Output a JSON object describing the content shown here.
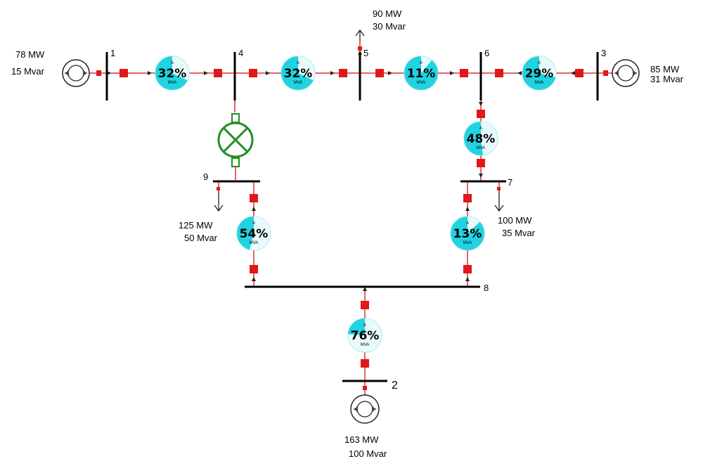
{
  "colors": {
    "line": "#e03030",
    "breaker": "#e01818",
    "bus": "#000000",
    "gauge_fill": "#1fd3e0",
    "gauge_light": "#e8fbfc",
    "transformer": "#1f8f1f"
  },
  "buses": [
    {
      "id": "bus-1",
      "label": "1"
    },
    {
      "id": "bus-4",
      "label": "4"
    },
    {
      "id": "bus-5",
      "label": "5"
    },
    {
      "id": "bus-6",
      "label": "6"
    },
    {
      "id": "bus-3",
      "label": "3"
    },
    {
      "id": "bus-9",
      "label": "9"
    },
    {
      "id": "bus-7",
      "label": "7"
    },
    {
      "id": "bus-8",
      "label": "8"
    },
    {
      "id": "bus-2",
      "label": "2"
    }
  ],
  "gauges": [
    {
      "id": "flow-1-4",
      "value": 32,
      "text": "32%",
      "unit": "MVA",
      "top_letter": "A"
    },
    {
      "id": "flow-4-5",
      "value": 32,
      "text": "32%",
      "unit": "MVA",
      "top_letter": "A"
    },
    {
      "id": "flow-5-6",
      "value": 11,
      "text": "11%",
      "unit": "MVA",
      "top_letter": "A"
    },
    {
      "id": "flow-3-6",
      "value": 29,
      "text": "29%",
      "unit": "MVA",
      "top_letter": "A"
    },
    {
      "id": "flow-6-7",
      "value": 48,
      "text": "48%",
      "unit": "MVA",
      "top_letter": "A"
    },
    {
      "id": "flow-9-8",
      "value": 54,
      "text": "54%",
      "unit": "MVA",
      "top_letter": "A"
    },
    {
      "id": "flow-7-8",
      "value": 13,
      "text": "13%",
      "unit": "MVA",
      "top_letter": "A"
    },
    {
      "id": "flow-2-8",
      "value": 76,
      "text": "76%",
      "unit": "MVA",
      "top_letter": "A"
    }
  ],
  "generators": [
    {
      "id": "gen-1",
      "mw": "78 MW",
      "mvar": "15 Mvar"
    },
    {
      "id": "gen-3",
      "mw": "85 MW",
      "mvar": "31 Mvar"
    },
    {
      "id": "gen-2",
      "mw": "163 MW",
      "mvar": "100 Mvar"
    }
  ],
  "loads": [
    {
      "id": "load-5",
      "mw": "90 MW",
      "mvar": "30 Mvar"
    },
    {
      "id": "load-9",
      "mw": "125 MW",
      "mvar": "50 Mvar"
    },
    {
      "id": "load-7",
      "mw": "100 MW",
      "mvar": "35 Mvar"
    }
  ]
}
